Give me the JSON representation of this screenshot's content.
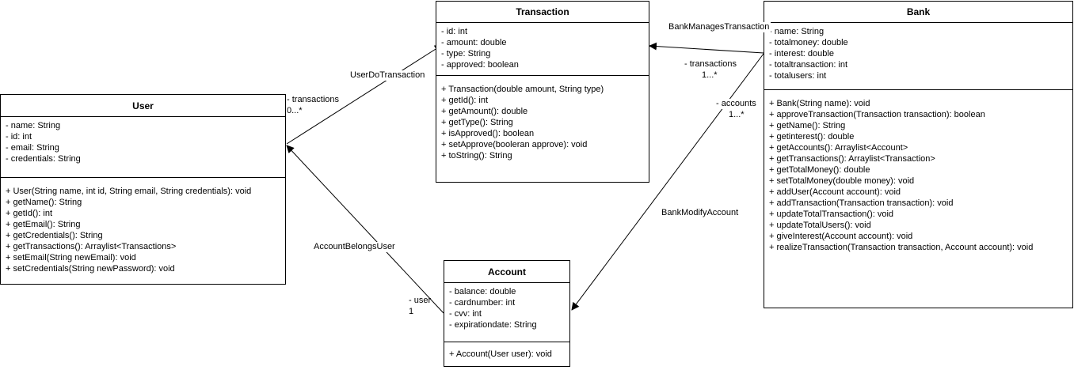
{
  "colors": {
    "stroke": "#000000",
    "fill": "#ffffff",
    "text": "#000000"
  },
  "classes": {
    "transaction": {
      "name": "Transaction",
      "attributes": [
        "- id: int",
        "- amount: double",
        "- type: String",
        "- approved: boolean"
      ],
      "methods": [
        "+ Transaction(double amount, String type)",
        "+ getId(): int",
        "+ getAmount(): double",
        "+ getType(): String",
        "+ isApproved(): boolean",
        "+ setApprove(booleran approve): void",
        "+ toString(): String"
      ]
    },
    "bank": {
      "name": "Bank",
      "attributes": [
        "- name: String",
        "- totalmoney: double",
        "- interest: double",
        "- totaltransaction: int",
        "- totalusers: int"
      ],
      "methods": [
        "+ Bank(String name): void",
        "+ approveTransaction(Transaction transaction): boolean",
        "+ getName(): String",
        "+ getinterest(): double",
        "+ getAccounts(): Arraylist<Account>",
        "+ getTransactions(): Arraylist<Transaction>",
        "+ getTotalMoney(): double",
        "+ setTotalMoney(double money): void",
        "+ addUser(Account account): void",
        "+ addTransaction(Transaction transaction): void",
        "+ updateTotalTransaction(): void",
        "+ updateTotalUsers(): void",
        "+ giveInterest(Account account): void",
        "+ realizeTransaction(Transaction transaction, Account account): void"
      ]
    },
    "user": {
      "name": "User",
      "attributes": [
        "- name: String",
        "- id: int",
        "- email: String",
        "- credentials: String"
      ],
      "methods": [
        "+ User(String name, int id, String email, String credentials): void",
        "+ getName(): String",
        "+ getId(): int",
        "+ getEmail(): String",
        "+ getCredentials(): String",
        "+ getTransactions(): Arraylist<Transactions>",
        "+ setEmail(String newEmail): void",
        "+ setCredentials(String newPassword): void"
      ]
    },
    "account": {
      "name": "Account",
      "attributes": [
        "- balance: double",
        "- cardnumber: int",
        "- cvv: int",
        "- expirationdate: String"
      ],
      "methods": [
        "+ Account(User user): void"
      ]
    }
  },
  "associations": {
    "user_do_transaction": {
      "name": "UserDoTransaction",
      "role": "- transactions",
      "multiplicity": "0...*"
    },
    "bank_manages_transaction": {
      "name": "BankManagesTransaction",
      "role": "- transactions",
      "multiplicity": "1...*"
    },
    "bank_modify_account": {
      "name": "BankModifyAccount",
      "role": "- accounts",
      "multiplicity": "1...*"
    },
    "account_belongs_user": {
      "name": "AccountBelongsUser",
      "role": "- user",
      "multiplicity": "1"
    }
  }
}
